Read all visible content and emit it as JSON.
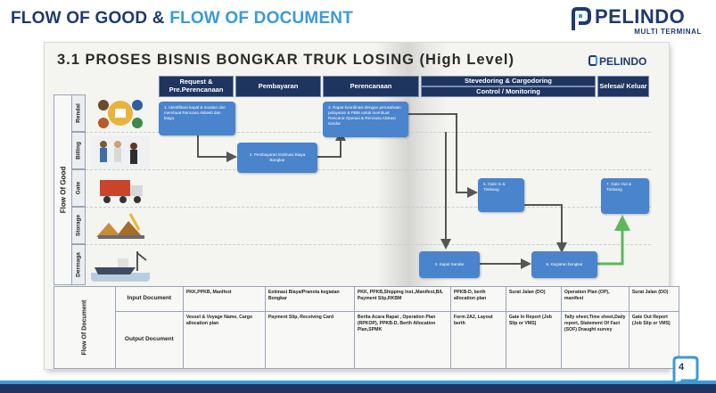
{
  "header": {
    "title_part1": "FLOW OF GOOD & ",
    "title_part2": "FLOW OF DOCUMENT",
    "logo_name": "PELINDO",
    "logo_sub": "MULTI TERMINAL"
  },
  "diagram": {
    "title": "3.1 PROSES BISNIS BONGKAR TRUK LOSING (High Level)",
    "logo": "PELINDO",
    "phases": [
      "Request & Pre.Perencanaan",
      "Pembayaran",
      "Perencanaan",
      "Stevedoring & Cargodoring",
      "Control / Monitoring",
      "Selesai/ Keluar"
    ],
    "side_label": "Flow Of Good",
    "lanes": [
      "Rendal",
      "Billing",
      "Gate",
      "Storage",
      "Dermaga"
    ],
    "nodes": [
      "1. Identifikasi kapal & muatan dan membuat Rencana Aktiesti dan biaya",
      "2. Pembayaran Estimasi Biaya Bongkar",
      "3. Rapat koordinasi dengan perusahaan pelayaran & PBM untuk membuat Rencana Operasi & Rencana Alokasi sandar",
      "5. Gate In & Timbang",
      "7. Gate Out & Timbang",
      "4. Kapal Sandar",
      "6. Kegiatan bongkar"
    ],
    "doc_side_label": "Flow Of Document",
    "input_label": "Input Document",
    "output_label": "Output Document",
    "input_docs": [
      "PKK,PPKB, Manifest",
      "Estimasi Biaya/Pranota kegiatan Bongkar",
      "PKK, PPKB,Shipping Inst.,Manifest,B/L Payment Slip,RKBM",
      "PPKB-D, berth allocation plan",
      "Surat Jalan (DO)",
      "Operation Plan (OP), manifest",
      "Surat Jalan (DO)"
    ],
    "output_docs": [
      "Vessel & Voyage Name, Cargo allocation plan",
      "Payment Slip, Receiving Card",
      "Berita Acara Rapat , Operation Plan (RPKOP), PPKB-D, Berth Allocation Plan,SPMK",
      "Form 2A2, Layout berth",
      "Gate In Report (Job Slip or VMS)",
      "Tally sheet,Time sheet,Daily report, Statement Of Fact (SOF) Draught survey",
      "Gate Out Report (Job Slip or VMS)"
    ]
  },
  "footer": {
    "page_number": "4"
  },
  "colors": {
    "navy": "#1f3560",
    "node_blue": "#4a84cc",
    "accent_blue": "#3a9ad9",
    "green_arrow": "#5cb85c"
  },
  "icons": [
    "pelindo-logo-icon",
    "page-number-badge-icon"
  ]
}
